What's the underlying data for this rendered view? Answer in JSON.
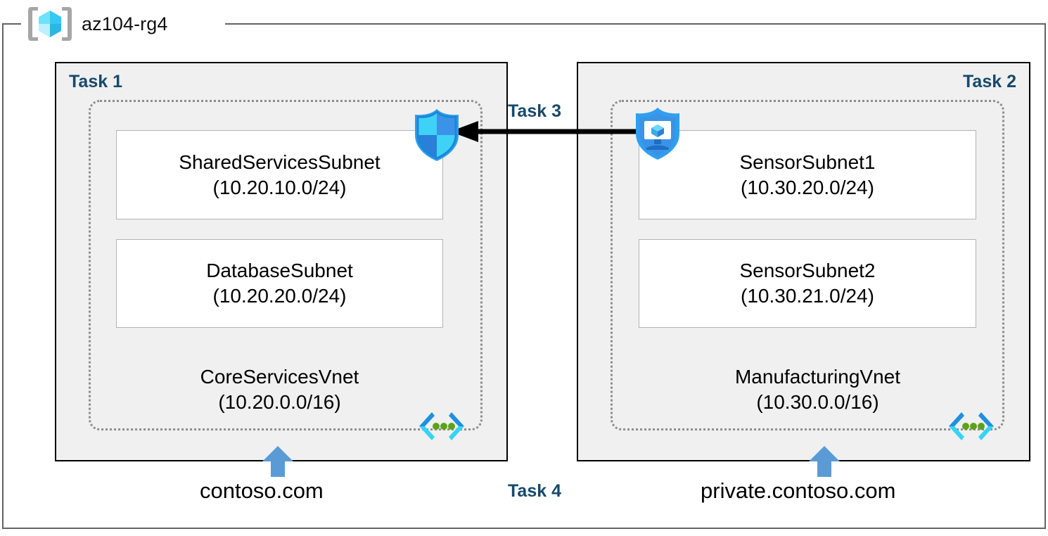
{
  "resource_group": {
    "name": "az104-rg4",
    "icon": "resource-group-cube-icon"
  },
  "panels": [
    {
      "id": "task1",
      "label": "Task 1",
      "vnet": {
        "name": "CoreServicesVnet",
        "cidr": "(10.20.0.0/16)",
        "icon": "virtual-network-icon"
      },
      "subnets": [
        {
          "name": "SharedServicesSubnet",
          "cidr": "(10.20.10.0/24)"
        },
        {
          "name": "DatabaseSubnet",
          "cidr": "(10.20.20.0/24)"
        }
      ],
      "dns_label": "contoso.com",
      "dns_arrow_icon": "up-arrow-icon",
      "security_icon": "firewall-shield-icon"
    },
    {
      "id": "task2",
      "label": "Task 2",
      "vnet": {
        "name": "ManufacturingVnet",
        "cidr": "(10.30.0.0/16)",
        "icon": "virtual-network-icon"
      },
      "subnets": [
        {
          "name": "SensorSubnet1",
          "cidr": "(10.30.20.0/24)"
        },
        {
          "name": "SensorSubnet2",
          "cidr": "(10.30.21.0/24)"
        }
      ],
      "dns_label": "private.contoso.com",
      "dns_arrow_icon": "up-arrow-icon",
      "security_icon": "network-security-group-vm-icon"
    }
  ],
  "connector": {
    "label": "Task 3",
    "direction": "right-to-left",
    "icon": "left-arrow-icon"
  },
  "task4": {
    "label": "Task 4"
  },
  "colors": {
    "task_label": "#17496b",
    "panel_fill": "#f0f0f0",
    "panel_border": "#000000",
    "vnet_border": "#8d8d8d",
    "subnet_border": "#b3b3b3",
    "rg_border": "#636363",
    "dns_arrow": "#5b9bd5",
    "connector": "#000000",
    "azure_cyan": "#32c8f0",
    "azure_blue": "#1f8fe0",
    "vnet_dot_green": "#5aa319"
  }
}
